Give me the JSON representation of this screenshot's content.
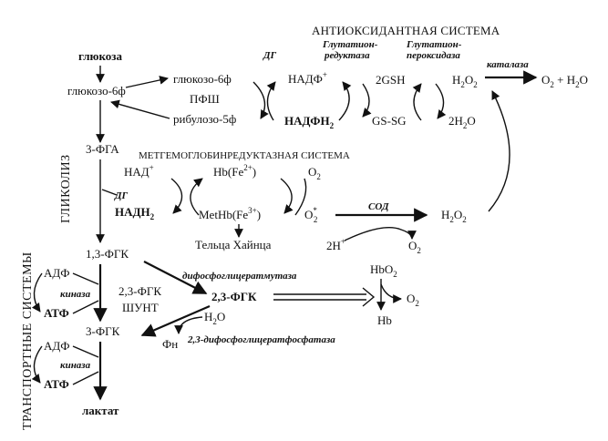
{
  "diagram": {
    "antioxidant_title": "АНТИОКСИДАНТНАЯ СИСТЕМА",
    "methb_title": "МЕТГЕМОГЛОБИНРЕДУКТАЗНАЯ СИСТЕМА",
    "glycolysis_label": "ГЛИКОЛИЗ",
    "transport_label": "ТРАНСПОРТНЫЕ СИСТЕМЫ",
    "glucose": "глюкоза",
    "g6p": "глюкозо-6ф",
    "g6p_pfsh": "глюкозо-6ф",
    "pfsh": "ПФШ",
    "ribulose": "рибулозо-5ф",
    "dg1": "ДГ",
    "nadp": "НАДФ",
    "nadp_sup": "+",
    "nadph": "НАДФН",
    "nadph_sub": "2",
    "gr_enzyme_line1": "Глутатион-",
    "gr_enzyme_line2": "редуктаза",
    "gp_enzyme_line1": "Глутатион-",
    "gp_enzyme_line2": "пероксидаза",
    "gsh": "2GSH",
    "gssg": "GS-SG",
    "h2o2_top_a": "H",
    "h2o2_top_b": "2",
    "h2o2_top_c": "O",
    "h2o2_top_d": "2",
    "catalase": "каталаза",
    "o2_h2o": "O",
    "two_h2o": "2H",
    "fga": "3-ФГА",
    "nad": "НАД",
    "nad_sup": "+",
    "dg2": "ДГ",
    "nadh": "НАДН",
    "nadh_sub": "2",
    "hb_fe": "Hb(Fe",
    "hb_fe_sup": "2+",
    "methb": "MetHb(Fe",
    "methb_sup": "3+",
    "o2": "O",
    "superoxide": "O",
    "sod": "СОД",
    "h2o2_mid": "H",
    "two_h": "2H",
    "two_h_sup": "+",
    "o2_bottom": "O",
    "heinz": "Тельца Хайнца",
    "bpg13": "1,3-ФГК",
    "mutase": "дифосфоглицератмутаза",
    "hbo2": "HbO",
    "o2_hb": "O",
    "hb": "Hb",
    "adp1": "АДФ",
    "kinase1": "киназа",
    "atp1": "АТФ",
    "bpg23_left": "2,3-ФГК",
    "shunt": "ШУНТ",
    "bpg23": "2,3-ФГК",
    "h2o": "H",
    "pg3": "3-ФГК",
    "fn": "Фн",
    "phosphatase": "2,3-дифосфоглицератфосфатаза",
    "adp2": "АДФ",
    "kinase2": "киназа",
    "atp2": "АТФ",
    "lactate": "лактат"
  }
}
